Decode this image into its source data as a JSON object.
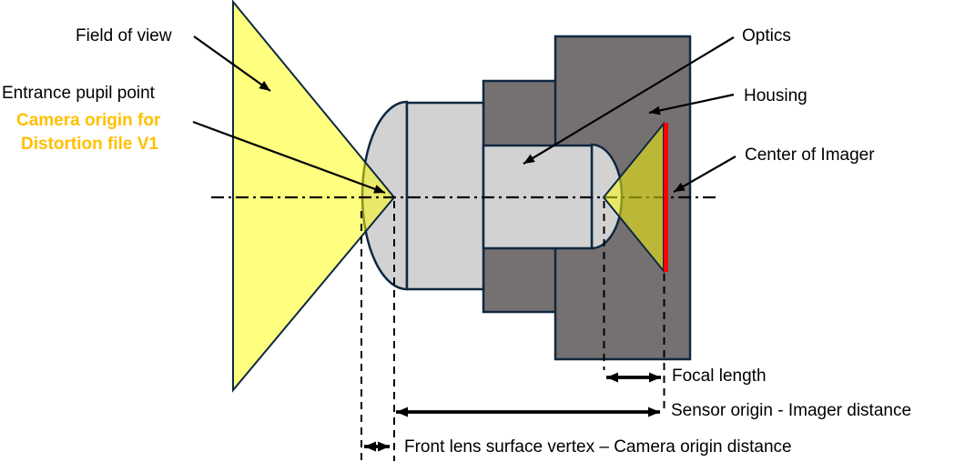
{
  "theme": {
    "cone-yellow": "#FFFF00",
    "lens-gray": "#D2D2D2",
    "housing-gray": "#767171",
    "outline-dark": "#0E2841",
    "imager-red": "#FF0000",
    "accent-orange": "#FFC000",
    "text-black": "#000000"
  },
  "labels": {
    "field_of_view": "Field of view",
    "entrance_pupil": "Entrance pupil point",
    "camera_origin_line1": "Camera origin for",
    "camera_origin_line2": "Distortion file V1",
    "optics": "Optics",
    "housing": "Housing",
    "center_of_imager": "Center of Imager",
    "focal_length": "Focal length",
    "sensor_origin": "Sensor origin - Imager distance",
    "front_lens_vertex": "Front lens surface vertex – Camera origin distance"
  }
}
